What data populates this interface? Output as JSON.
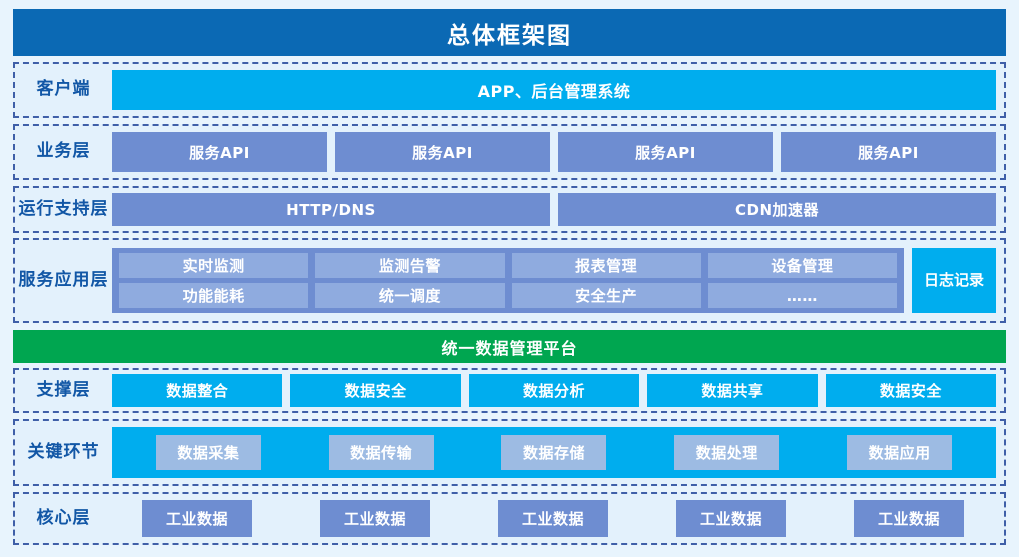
{
  "title": "总体框架图",
  "colors": {
    "title_bar": "#0b69b4",
    "layer_bg": "#e3f1fc",
    "layer_border": "#3f5fa8",
    "cyan": "#00adee",
    "periwinkle": "#6e8dd1",
    "periwinkle_light": "#8fabdf",
    "green": "#00a650",
    "label_text": "#1257a6",
    "page_bg": "#e8f4fd"
  },
  "layers": {
    "client": {
      "label": "客户端",
      "boxes": [
        "APP、后台管理系统"
      ]
    },
    "business": {
      "label": "业务层",
      "boxes": [
        "服务API",
        "服务API",
        "服务API",
        "服务API"
      ]
    },
    "runtime": {
      "label": "运行支持层",
      "boxes": [
        "HTTP/DNS",
        "CDN加速器"
      ]
    },
    "service": {
      "label": "服务应用层",
      "row_one": [
        "实时监测",
        "监测告警",
        "报表管理",
        "设备管理"
      ],
      "row_two": [
        "功能能耗",
        "统一调度",
        "安全生产",
        "……"
      ],
      "log_box": "日志记录"
    },
    "platform": {
      "label": "统一数据管理平台"
    },
    "support": {
      "label": "支撑层",
      "boxes": [
        "数据整合",
        "数据安全",
        "数据分析",
        "数据共享",
        "数据安全"
      ]
    },
    "key_links": {
      "label": "关键环节",
      "boxes": [
        "数据采集",
        "数据传输",
        "数据存储",
        "数据处理",
        "数据应用"
      ]
    },
    "core": {
      "label": "核心层",
      "boxes": [
        "工业数据",
        "工业数据",
        "工业数据",
        "工业数据",
        "工业数据"
      ]
    }
  }
}
